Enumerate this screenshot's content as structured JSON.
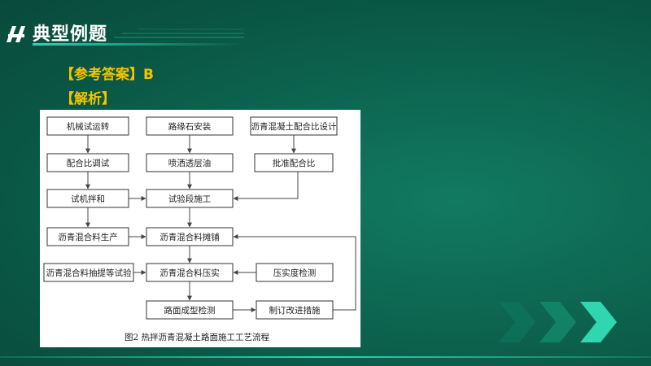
{
  "header": {
    "title": "典型例题"
  },
  "answer": {
    "text": "【参考答案】B"
  },
  "analysis": {
    "text": "【解析】"
  },
  "diagram": {
    "nodes": {
      "n1": "机械试运转",
      "n2": "配合比调试",
      "n3": "试机拌和",
      "n4": "沥青混合料生产",
      "n5": "沥青混合料抽提等试验",
      "m1": "路缘石安装",
      "m2": "喷洒透层油",
      "m3": "试验段施工",
      "m4": "沥青混合料摊铺",
      "m5": "沥青混合料压实",
      "m6": "路面成型检测",
      "r1": "沥青混凝土配合比设计",
      "r2": "批准配合比",
      "r3": "压实度检测",
      "r4": "制订改进措施"
    },
    "caption": "图2  热拌沥青混凝土路面施工工艺流程"
  },
  "colors": {
    "background": "#0b5a48",
    "accent": "#2fd6b0",
    "answer_text": "#f5c400"
  }
}
